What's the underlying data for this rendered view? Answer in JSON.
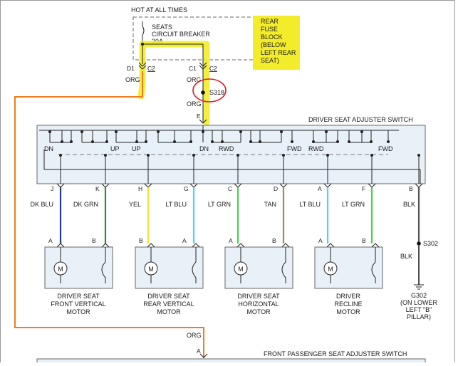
{
  "header": {
    "title": "HOT AT ALL TIMES"
  },
  "fuse_block": {
    "breaker_lines": [
      "SEATS",
      "CIRCUIT BREAKER",
      "30A"
    ],
    "location_lines": [
      "REAR",
      "FUSE",
      "BLOCK",
      "(BELOW",
      "LEFT REAR",
      "SEAT)"
    ]
  },
  "connectors": {
    "left": {
      "pin": "D1",
      "conn": "C2"
    },
    "right": {
      "pin": "C1",
      "conn": "C2"
    }
  },
  "wires": {
    "org_left": "ORG",
    "org_right_top": "ORG",
    "org_right_bottom": "ORG",
    "org_lower": "ORG"
  },
  "splice": {
    "label": "S318"
  },
  "switch_input_pin": "E",
  "driver_switch": {
    "title": "DRIVER SEAT ADJUSTER SWITCH",
    "contact_labels": [
      "DN",
      "UP",
      "UP",
      "DN",
      "RWD",
      "FWD",
      "RWD",
      "FWD"
    ]
  },
  "motor_wires": [
    {
      "pin": "J",
      "color": "DK BLU",
      "hex": "#1f3c9b"
    },
    {
      "pin": "K",
      "color": "DK GRN",
      "hex": "#2e8b2e"
    },
    {
      "pin": "H",
      "color": "YEL",
      "hex": "#f2e33a"
    },
    {
      "pin": "G",
      "color": "LT BLU",
      "hex": "#4fd3e8"
    },
    {
      "pin": "C",
      "color": "LT GRN",
      "hex": "#4ccf4c"
    },
    {
      "pin": "D",
      "color": "TAN",
      "hex": "#a08a5c"
    },
    {
      "pin": "A",
      "color": "LT BLU",
      "hex": "#4fd3e8"
    },
    {
      "pin": "F",
      "color": "LT GRN",
      "hex": "#4ccf4c"
    },
    {
      "pin": "B",
      "color": "BLK",
      "hex": "#555555"
    }
  ],
  "motors": [
    {
      "pin_a": "A",
      "pin_b": "B",
      "symbol": "M",
      "name_lines": [
        "DRIVER SEAT",
        "FRONT VERTICAL",
        "MOTOR"
      ]
    },
    {
      "pin_a": "B",
      "pin_b": "A",
      "symbol": "M",
      "name_lines": [
        "DRIVER SEAT",
        "REAR VERTICAL",
        "MOTOR"
      ]
    },
    {
      "pin_a": "A",
      "pin_b": "B",
      "symbol": "M",
      "name_lines": [
        "DRIVER SEAT",
        "HORIZONTAL",
        "MOTOR"
      ]
    },
    {
      "pin_a": "A",
      "pin_b": "B",
      "symbol": "M",
      "name_lines": [
        "DRIVER",
        "RECLINE",
        "MOTOR"
      ]
    }
  ],
  "ground": {
    "splice": "S302",
    "wire": "BLK",
    "id": "G302",
    "location_lines": [
      "(ON LOWER",
      "LEFT \"B\"",
      "PILLAR)"
    ]
  },
  "passenger_switch": {
    "pin": "A",
    "title": "FRONT PASSENGER SEAT ADJUSTER SWITCH"
  },
  "colors": {
    "highlight": "#f2ec2b",
    "org_wire": "#f07d1e",
    "circle": "#e0202a",
    "switch_fill": "#e8f1f8"
  }
}
